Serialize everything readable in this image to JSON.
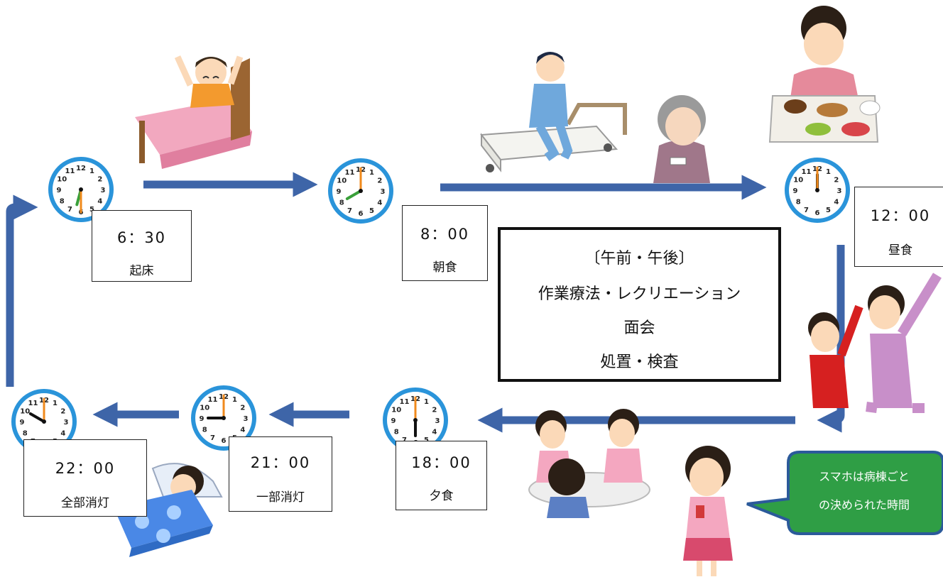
{
  "schedule": [
    {
      "time": "6：30",
      "label": "起床",
      "hour": 6,
      "minute": 30
    },
    {
      "time": "8：00",
      "label": "朝食",
      "hour": 8,
      "minute": 0
    },
    {
      "time": "12：00",
      "label": "昼食",
      "hour": 12,
      "minute": 0
    },
    {
      "time": "18：00",
      "label": "夕食",
      "hour": 18,
      "minute": 0
    },
    {
      "time": "21：00",
      "label": "一部消灯",
      "hour": 21,
      "minute": 0
    },
    {
      "time": "22：00",
      "label": "全部消灯",
      "hour": 22,
      "minute": 0
    }
  ],
  "activities": {
    "lines": [
      "〔午前・午後〕",
      "作業療法・レクリエーション",
      "面会",
      "処置・検査"
    ]
  },
  "bubble": {
    "lines": [
      "スマホは病棟ごと",
      "の決められた時間"
    ]
  },
  "colors": {
    "arrow": "#3e65a8",
    "clock_rim": "#2a94da",
    "hand_minute": "#f08a1c",
    "hand_hour_morning": "#3aa03a",
    "bubble_fill": "#2f9e45",
    "bubble_stroke": "#2b5a9a"
  }
}
